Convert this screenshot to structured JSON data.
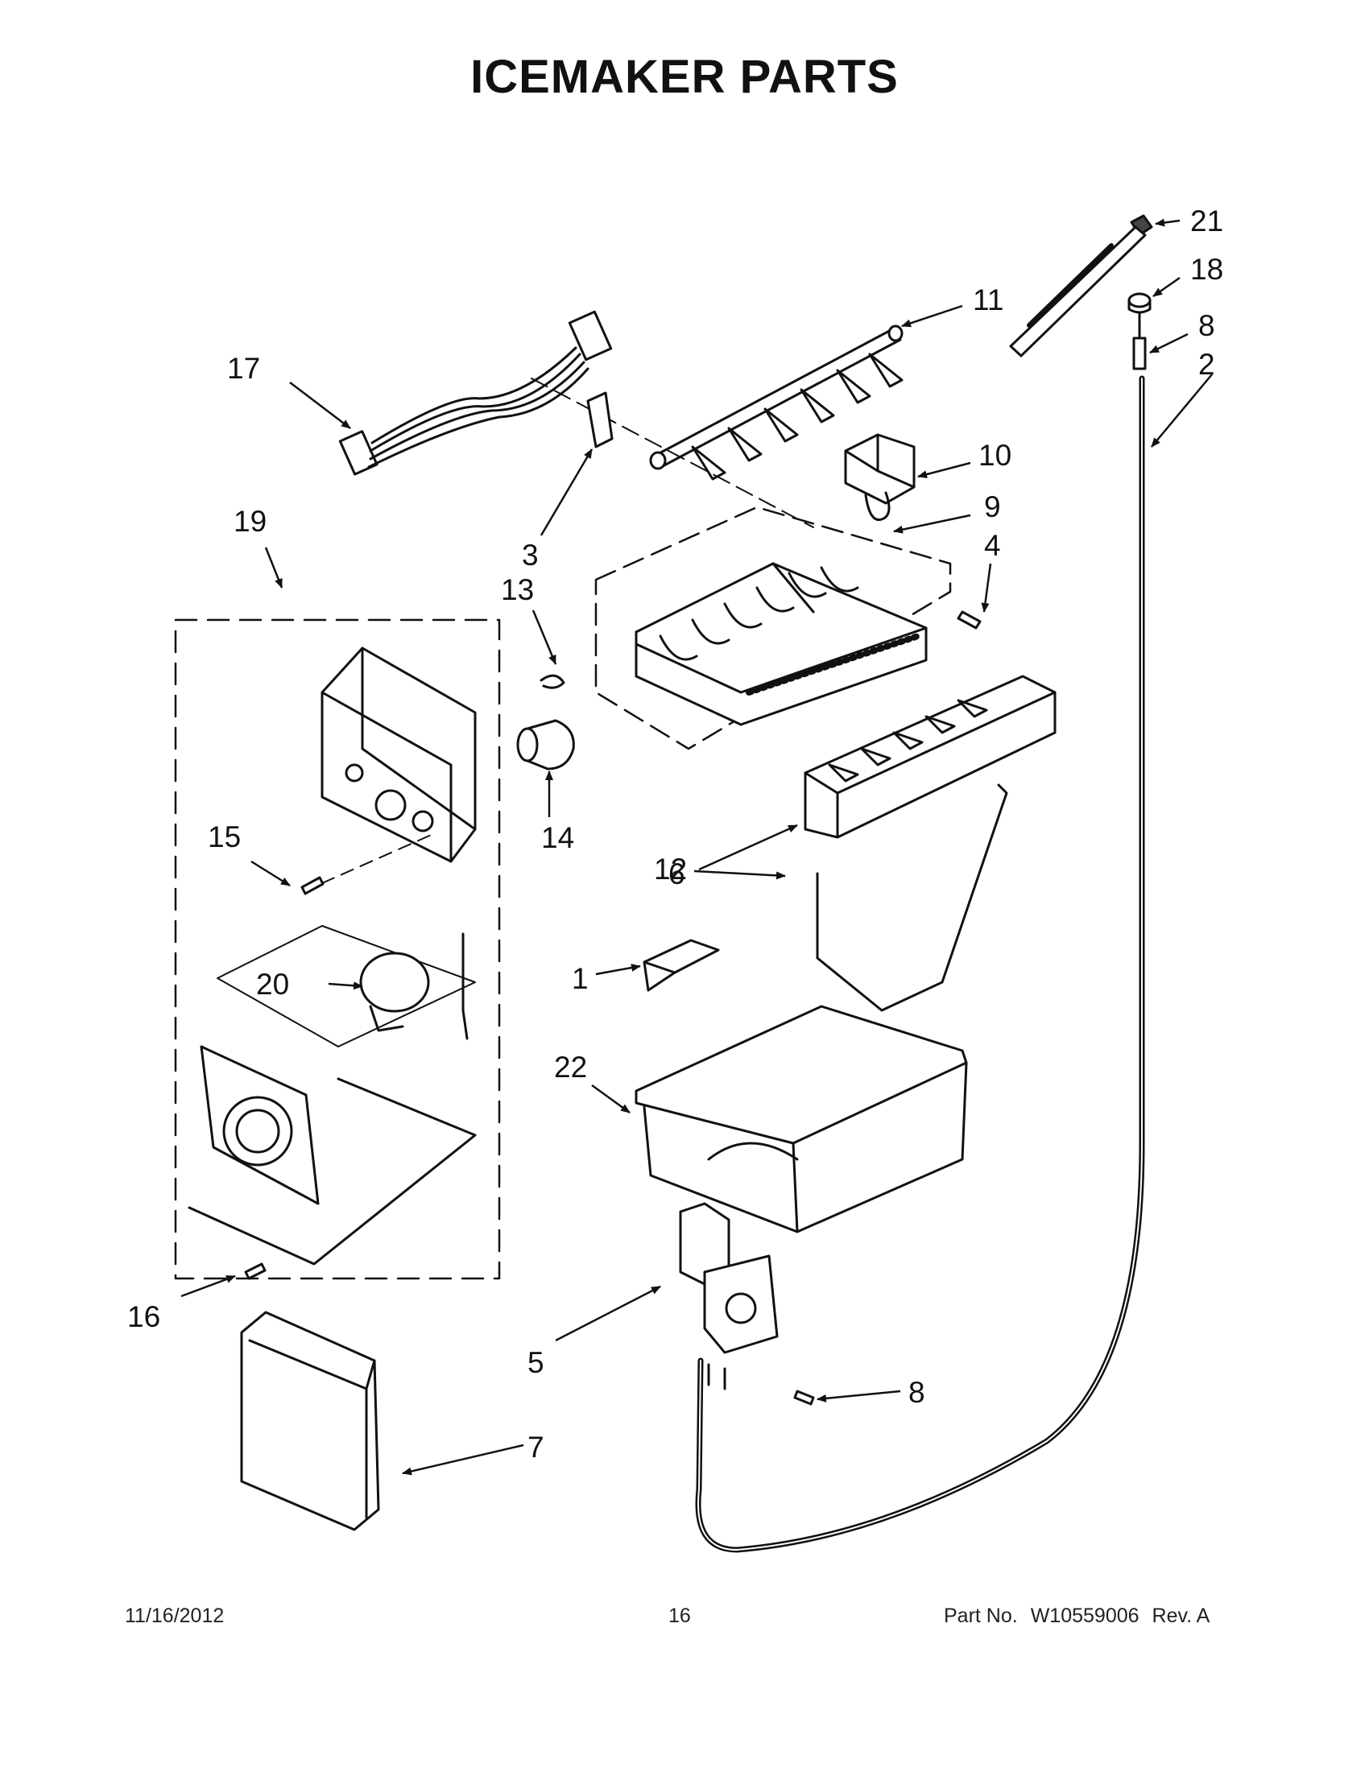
{
  "page": {
    "title": "ICEMAKER PARTS"
  },
  "callouts": [
    {
      "id": "p21",
      "label": "21"
    },
    {
      "id": "p18",
      "label": "18"
    },
    {
      "id": "p8a",
      "label": "8"
    },
    {
      "id": "p2",
      "label": "2"
    },
    {
      "id": "p11",
      "label": "11"
    },
    {
      "id": "p17",
      "label": "17"
    },
    {
      "id": "p10",
      "label": "10"
    },
    {
      "id": "p9",
      "label": "9"
    },
    {
      "id": "p4",
      "label": "4"
    },
    {
      "id": "p3",
      "label": "3"
    },
    {
      "id": "p19",
      "label": "19"
    },
    {
      "id": "p13",
      "label": "13"
    },
    {
      "id": "p15",
      "label": "15"
    },
    {
      "id": "p14",
      "label": "14"
    },
    {
      "id": "p12",
      "label": "12"
    },
    {
      "id": "p6",
      "label": "6"
    },
    {
      "id": "p1",
      "label": "1"
    },
    {
      "id": "p20",
      "label": "20"
    },
    {
      "id": "p22",
      "label": "22"
    },
    {
      "id": "p16",
      "label": "16"
    },
    {
      "id": "p5",
      "label": "5"
    },
    {
      "id": "p8b",
      "label": "8"
    },
    {
      "id": "p7",
      "label": "7"
    }
  ],
  "footer": {
    "date": "11/16/2012",
    "page_number": "16",
    "part_label": "Part No.",
    "part_number": "W10559006",
    "revision": "Rev. A"
  }
}
